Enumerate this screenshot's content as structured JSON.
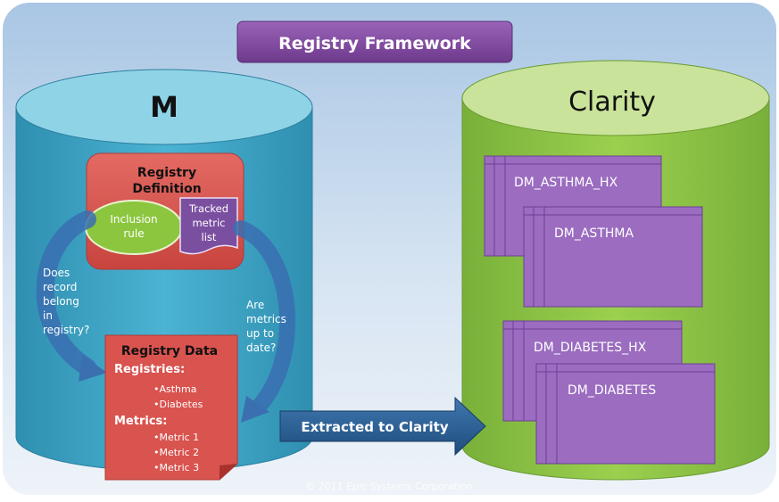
{
  "title": "Registry Framework",
  "left_db": {
    "label": "M",
    "definition": {
      "line1": "Registry",
      "line2": "Definition"
    },
    "inclusion_rule": {
      "line1": "Inclusion",
      "line2": "rule"
    },
    "tracked_list": {
      "line1": "Tracked",
      "line2": "metric",
      "line3": "list"
    },
    "question_left": [
      "Does",
      "record",
      "belong",
      "in",
      "registry?"
    ],
    "question_right": [
      "Are",
      "metrics",
      "up to",
      "date?"
    ],
    "registry_data": {
      "title": "Registry Data",
      "registries_label": "Registries:",
      "registries": [
        "•Asthma",
        "•Diabetes"
      ],
      "metrics_label": "Metrics:",
      "metrics": [
        "•Metric 1",
        "•Metric 2",
        "•Metric 3"
      ]
    }
  },
  "arrow_label": "Extracted to Clarity",
  "right_db": {
    "label": "Clarity",
    "tables": [
      "DM_ASTHMA_HX",
      "DM_ASTHMA",
      "DM_DIABETES_HX",
      "DM_DIABETES"
    ]
  },
  "copyright": "© 2011 Epic Systems Corporation",
  "colors": {
    "title_bg": "#7b3f98",
    "left_db": "#3fa8c8",
    "left_db_top": "#8fd3e6",
    "right_db": "#8cc63f",
    "right_db_top": "#c9e39a",
    "definition": "#d9534f",
    "inclusion": "#8cc63f",
    "tracked": "#7b4fa0",
    "table": "#9b6cc0",
    "registry_data": "#d9534f",
    "arrow": "#2a5a8a"
  }
}
